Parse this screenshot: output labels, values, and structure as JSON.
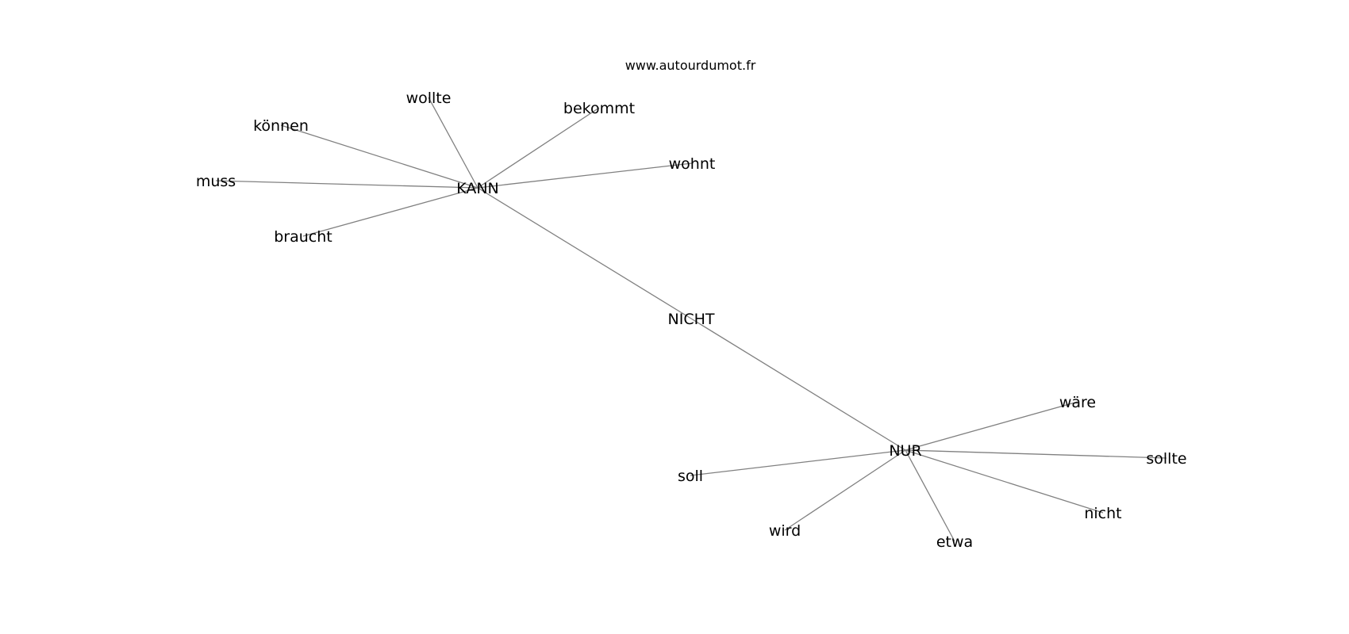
{
  "site": "www.autourdumot.fr",
  "nodes": [
    {
      "id": "nicht_c",
      "label": "NICHT"
    },
    {
      "id": "kann",
      "label": "KANN"
    },
    {
      "id": "nur",
      "label": "NUR"
    },
    {
      "id": "wollte",
      "label": "wollte"
    },
    {
      "id": "bekommt",
      "label": "bekommt"
    },
    {
      "id": "koennen",
      "label": "können"
    },
    {
      "id": "wohnt",
      "label": "wohnt"
    },
    {
      "id": "muss",
      "label": "muss"
    },
    {
      "id": "braucht",
      "label": "braucht"
    },
    {
      "id": "waere",
      "label": "wäre"
    },
    {
      "id": "sollte",
      "label": "sollte"
    },
    {
      "id": "soll",
      "label": "soll"
    },
    {
      "id": "nicht_l",
      "label": "nicht"
    },
    {
      "id": "wird",
      "label": "wird"
    },
    {
      "id": "etwa",
      "label": "etwa"
    }
  ],
  "edges": [
    [
      "kann",
      "nicht_c"
    ],
    [
      "nicht_c",
      "nur"
    ],
    [
      "kann",
      "wollte"
    ],
    [
      "kann",
      "bekommt"
    ],
    [
      "kann",
      "koennen"
    ],
    [
      "kann",
      "wohnt"
    ],
    [
      "kann",
      "muss"
    ],
    [
      "kann",
      "braucht"
    ],
    [
      "nur",
      "waere"
    ],
    [
      "nur",
      "sollte"
    ],
    [
      "nur",
      "soll"
    ],
    [
      "nur",
      "nicht_l"
    ],
    [
      "nur",
      "wird"
    ],
    [
      "nur",
      "etwa"
    ]
  ]
}
